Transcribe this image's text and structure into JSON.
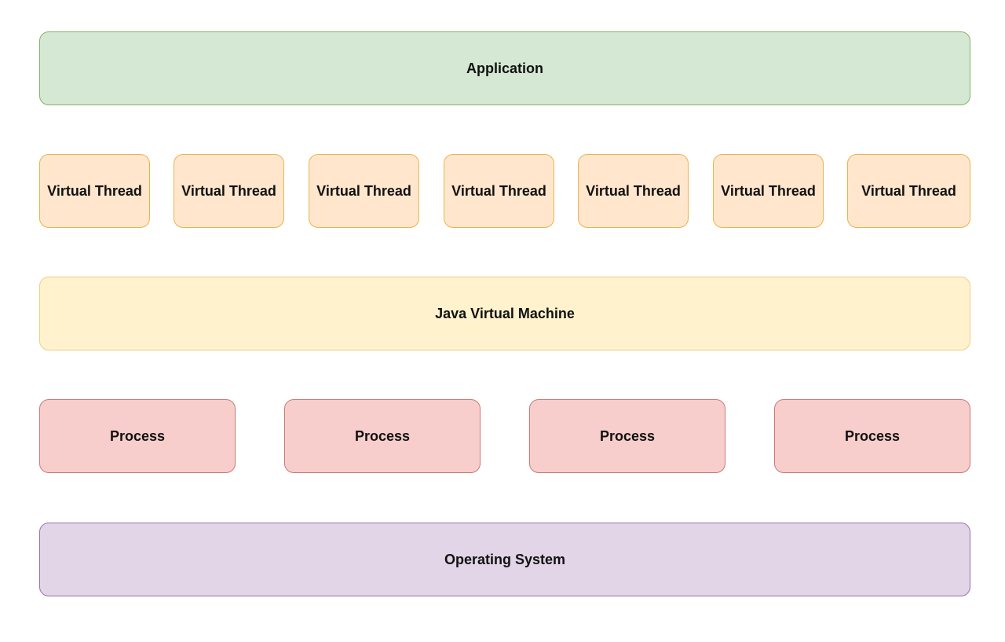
{
  "application_label": "Application",
  "virtual_threads": [
    {
      "label": "Virtual Thread"
    },
    {
      "label": "Virtual Thread"
    },
    {
      "label": "Virtual Thread"
    },
    {
      "label": "Virtual Thread"
    },
    {
      "label": "Virtual Thread"
    },
    {
      "label": "Virtual Thread"
    },
    {
      "label": "Virtual Thread"
    }
  ],
  "jvm_label": "Java Virtual Machine",
  "processes": [
    {
      "label": "Process"
    },
    {
      "label": "Process"
    },
    {
      "label": "Process"
    },
    {
      "label": "Process"
    }
  ],
  "os_label": "Operating System",
  "colors": {
    "application_fill": "#d5e8d4",
    "application_border": "#82b366",
    "virtual_thread_fill": "#ffe6cc",
    "virtual_thread_border": "#e8b44f",
    "jvm_fill": "#fff2cc",
    "jvm_border": "#e8d08a",
    "process_fill": "#f8cecc",
    "process_border": "#c97a78",
    "os_fill": "#e1d5e7",
    "os_border": "#9673a6"
  }
}
